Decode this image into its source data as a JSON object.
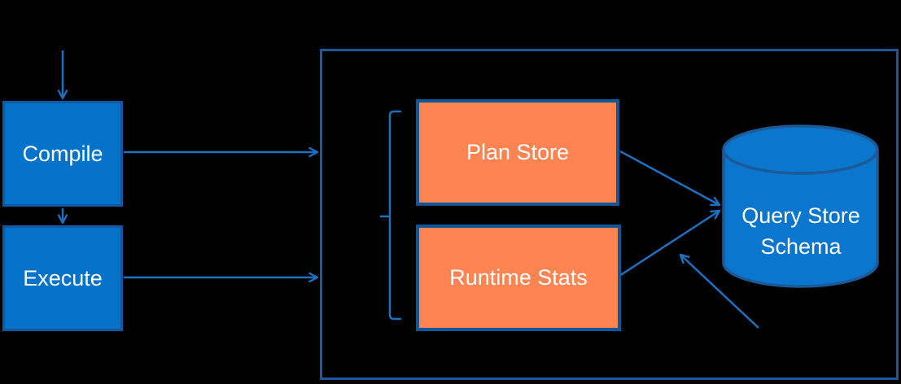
{
  "diagram": {
    "description": "Query Store architecture flow diagram",
    "nodes": {
      "compile": {
        "label": "Compile"
      },
      "execute": {
        "label": "Execute"
      },
      "plan_store": {
        "label": "Plan Store"
      },
      "runtime_stats": {
        "label": "Runtime Stats"
      },
      "query_store_schema": {
        "label": "Query Store Schema"
      }
    },
    "edges": [
      {
        "from": "incoming",
        "to": "compile"
      },
      {
        "from": "compile",
        "to": "execute"
      },
      {
        "from": "compile",
        "to": "query-store-container"
      },
      {
        "from": "execute",
        "to": "query-store-container"
      },
      {
        "from": "plan_store",
        "to": "query_store_schema"
      },
      {
        "from": "runtime_stats",
        "to": "query_store_schema"
      },
      {
        "from": "external-lower-right",
        "to": "query_store_schema"
      }
    ],
    "colors": {
      "background": "#000000",
      "process_fill": "#0473C9",
      "process_border": "#0F59A4",
      "store_fill": "#FC8452",
      "store_border": "#0F5796",
      "container_border": "#1B5A96",
      "cylinder_fill": "#0B76CD",
      "cylinder_border": "#1B5A96",
      "arrow": "#1E70C1",
      "text": "#FFFFFF"
    }
  }
}
